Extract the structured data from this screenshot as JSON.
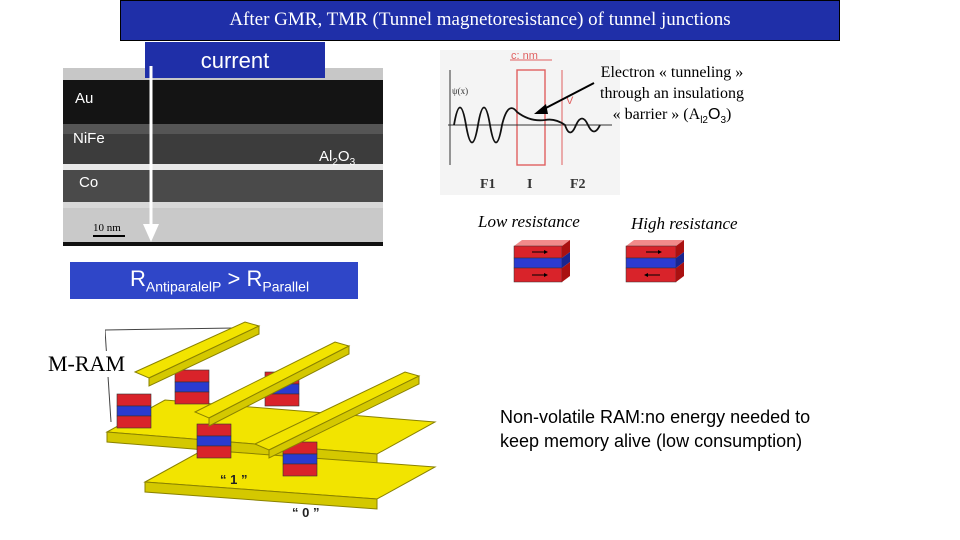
{
  "title": "After GMR, TMR (Tunnel magnetoresistance) of tunnel junctions",
  "current_label": "current",
  "tem": {
    "layer_au": "Au",
    "layer_nife": "NiFe",
    "layer_co": "Co",
    "layer_barrier": "Al",
    "layer_barrier_sub1": "2",
    "layer_barrier_o": "O",
    "layer_barrier_sub2": "3",
    "scale": "10 nm"
  },
  "barrier_diagram": {
    "top_label": "c: nm",
    "psi_label": "ψ(x)",
    "v_label": "V",
    "f1": "F1",
    "i": "I",
    "f2": "F2"
  },
  "tunnel_note": {
    "line1": "Electron « tunneling »",
    "line2": "through an insulationg",
    "line3": "« barrier » (A",
    "sub1": "l2",
    "o": "O",
    "sub2": "3",
    "close": ")"
  },
  "low_resistance": "Low resistance",
  "high_resistance": "High resistance",
  "resistance_relation": {
    "r1": "R",
    "sub1": "AntiparalelP",
    "gt": " > R",
    "sub2": "Parallel"
  },
  "mram_label": "M-RAM",
  "mram_bits": {
    "one": "“ 1 ”",
    "zero": "“ 0 ”"
  },
  "description": {
    "line1": "Non-volatile RAM:no energy needed to",
    "line2": "keep memory alive (low consumption)"
  },
  "colors": {
    "title_bg": "#1f2fa8",
    "box_bg": "#2f46c8",
    "red_layer": "#d9232a",
    "blue_layer": "#2a3bd0",
    "wire_yellow": "#f2e400"
  }
}
